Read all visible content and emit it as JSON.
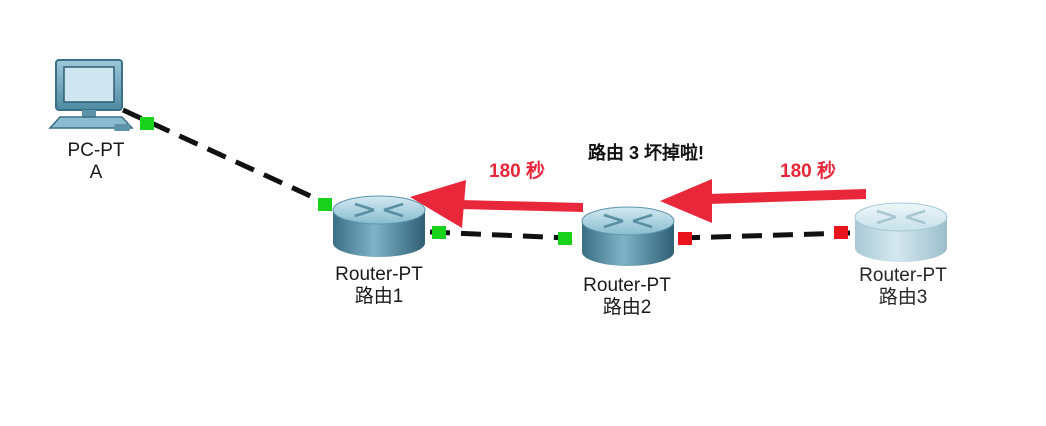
{
  "nodes": {
    "pc": {
      "type": "PC-PT",
      "name": "A"
    },
    "router1": {
      "type": "Router-PT",
      "name": "路由1"
    },
    "router2": {
      "type": "Router-PT",
      "name": "路由2"
    },
    "router3": {
      "type": "Router-PT",
      "name": "路由3",
      "state": "down"
    }
  },
  "annotations": {
    "timer_left": "180 秒",
    "timer_right": "180 秒",
    "failure_note": "路由 3 坏掉啦!"
  },
  "link_status": {
    "pc_router1": [
      "up",
      "up"
    ],
    "router1_router2": [
      "up",
      "up"
    ],
    "router2_router3": [
      "down",
      "down"
    ]
  },
  "colors": {
    "port_up": "#19d21c",
    "port_down": "#e8141e",
    "arrow": "#e8273a",
    "cable": "#111111"
  }
}
